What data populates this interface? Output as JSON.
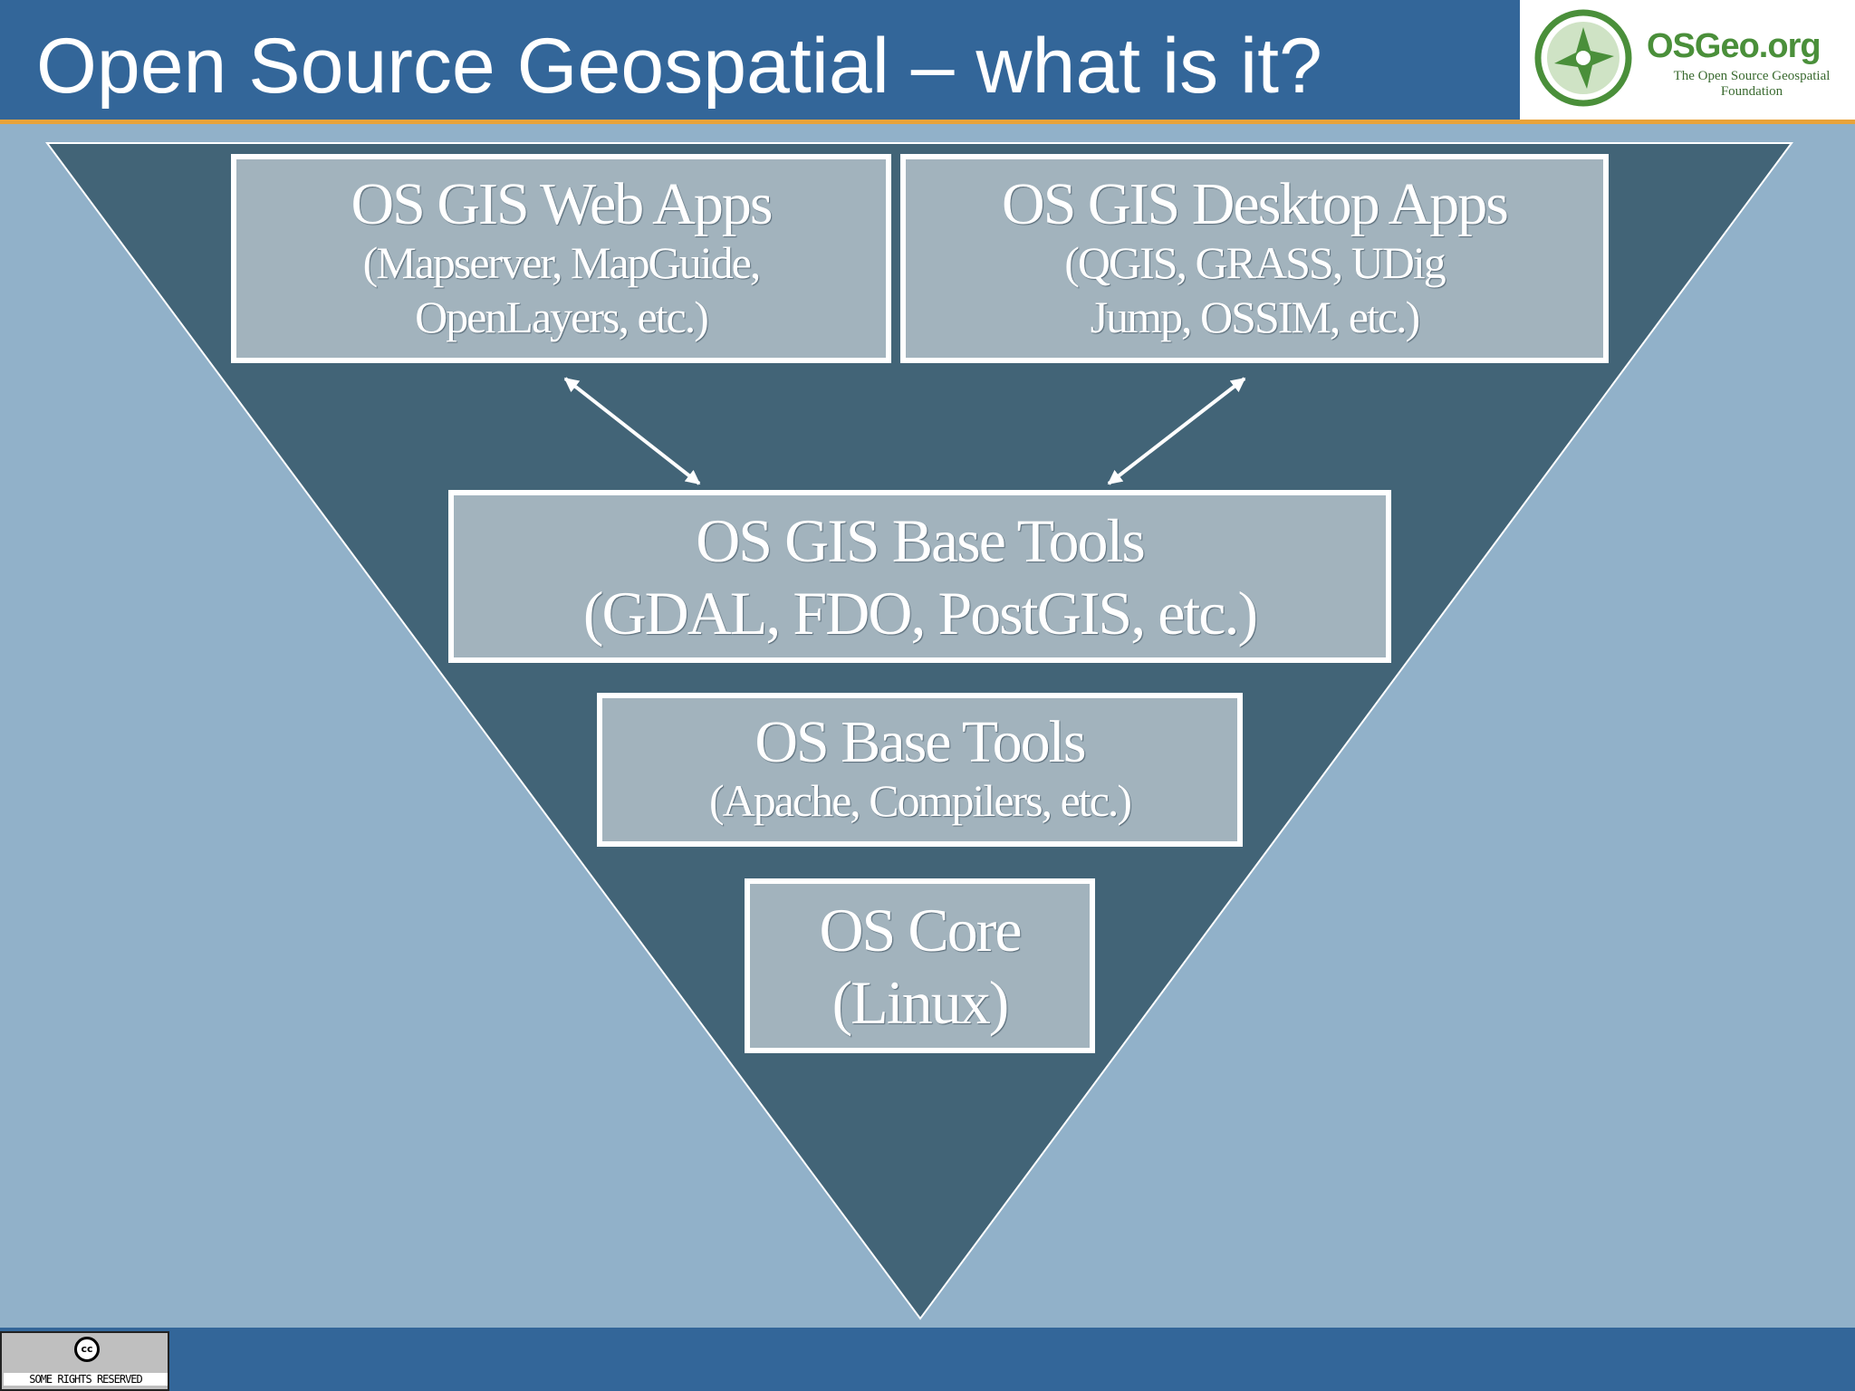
{
  "slide": {
    "title": "Open Source Geospatial – what is it?"
  },
  "logo": {
    "name": "OSGeo.org",
    "tagline": "The Open Source Geospatial Foundation"
  },
  "boxes": {
    "web_apps": {
      "title": "OS GIS Web Apps",
      "line1": "(Mapserver, MapGuide,",
      "line2": "OpenLayers, etc.)"
    },
    "desktop_apps": {
      "title": "OS GIS Desktop Apps",
      "line1": "(QGIS, GRASS, UDig",
      "line2": "Jump, OSSIM, etc.)"
    },
    "gis_base_tools": {
      "title": "OS GIS Base Tools",
      "line1": "(GDAL, FDO, PostGIS, etc.)"
    },
    "base_tools": {
      "title": "OS Base Tools",
      "line1": "(Apache, Compilers, etc.)"
    },
    "core": {
      "title": "OS Core",
      "line1": "(Linux)"
    }
  },
  "license_badge": {
    "symbol": "cc",
    "text": "SOME RIGHTS RESERVED"
  },
  "colors": {
    "header": "#336699",
    "accent_line": "#e8a33a",
    "background": "#91b1c9",
    "triangle": "#426477",
    "box_fill": "#a2b3bd",
    "box_border": "#ffffff"
  }
}
